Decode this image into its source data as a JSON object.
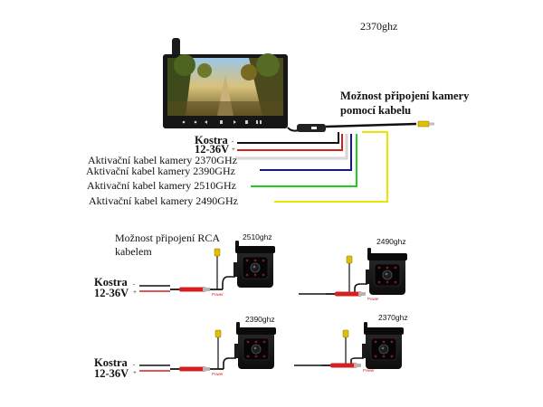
{
  "header": {
    "top_freq": "2370ghz"
  },
  "monitor": {
    "screen_scene": "tree-lined-road",
    "cable_option_line1": "Možnost připojení kamery",
    "cable_option_line2": "pomocí kabelu",
    "wires": {
      "ground": "Kostra",
      "power": "12-36V",
      "ground_sign": "-",
      "power_sign": "+",
      "cam_2370": "Aktivační kabel kamery 2370GHz",
      "cam_2390": "Aktivační kabel kamery 2390GHz",
      "cam_2510": "Aktivační kabel kamery 2510GHz",
      "cam_2490": "Aktivační kabel kamery 2490GHz"
    },
    "colors": {
      "white": "#ffffff",
      "blue": "#1414a0",
      "green": "#22cc22",
      "yellow": "#e6e600",
      "red": "#d42020",
      "black": "#111111"
    }
  },
  "rca": {
    "label_line1": "Možnost připojení RCA",
    "label_line2": "kabelem"
  },
  "cameras": [
    {
      "freq": "2510ghz",
      "has_power_terminals": true,
      "ground": "Kostra",
      "power": "12-36V",
      "ground_sign": "-",
      "power_sign": "+",
      "power_tag": "Power"
    },
    {
      "freq": "2490ghz",
      "has_power_terminals": false,
      "power_tag": "Power"
    },
    {
      "freq": "2390ghz",
      "has_power_terminals": true,
      "ground": "Kostra",
      "power": "12-36V",
      "ground_sign": "-",
      "power_sign": "+",
      "power_tag": "Power"
    },
    {
      "freq": "2370ghz",
      "has_power_terminals": false,
      "power_tag": "Power"
    }
  ]
}
